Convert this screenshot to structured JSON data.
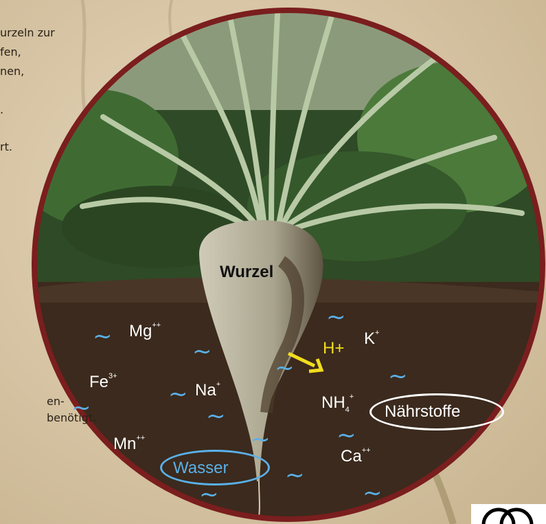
{
  "side_text": {
    "line1": "urzeln zur",
    "line2": "fen,",
    "line3": "nen,",
    "line4": ".",
    "line5": "rt.",
    "line6": "en-",
    "line7": "benötigt."
  },
  "diagram": {
    "root_label": "Wurzel",
    "ions": [
      {
        "base": "Mg",
        "sup": "++"
      },
      {
        "base": "Fe",
        "sup": "3+"
      },
      {
        "base": "Na",
        "sup": "+"
      },
      {
        "base": "Mn",
        "sup": "++"
      },
      {
        "base": "K",
        "sup": "+"
      },
      {
        "base": "Ca",
        "sup": "++"
      }
    ],
    "ammonium": {
      "base": "NH",
      "sub": "4",
      "sup": "+"
    },
    "hydrogen": "H+",
    "nutrients_label": "Nährstoffe",
    "water_label": "Wasser"
  },
  "colors": {
    "border": "#7a1e1e",
    "water": "#5ab0e8",
    "hydrogen": "#f1dd1e",
    "soil": "#3b2a1d"
  }
}
